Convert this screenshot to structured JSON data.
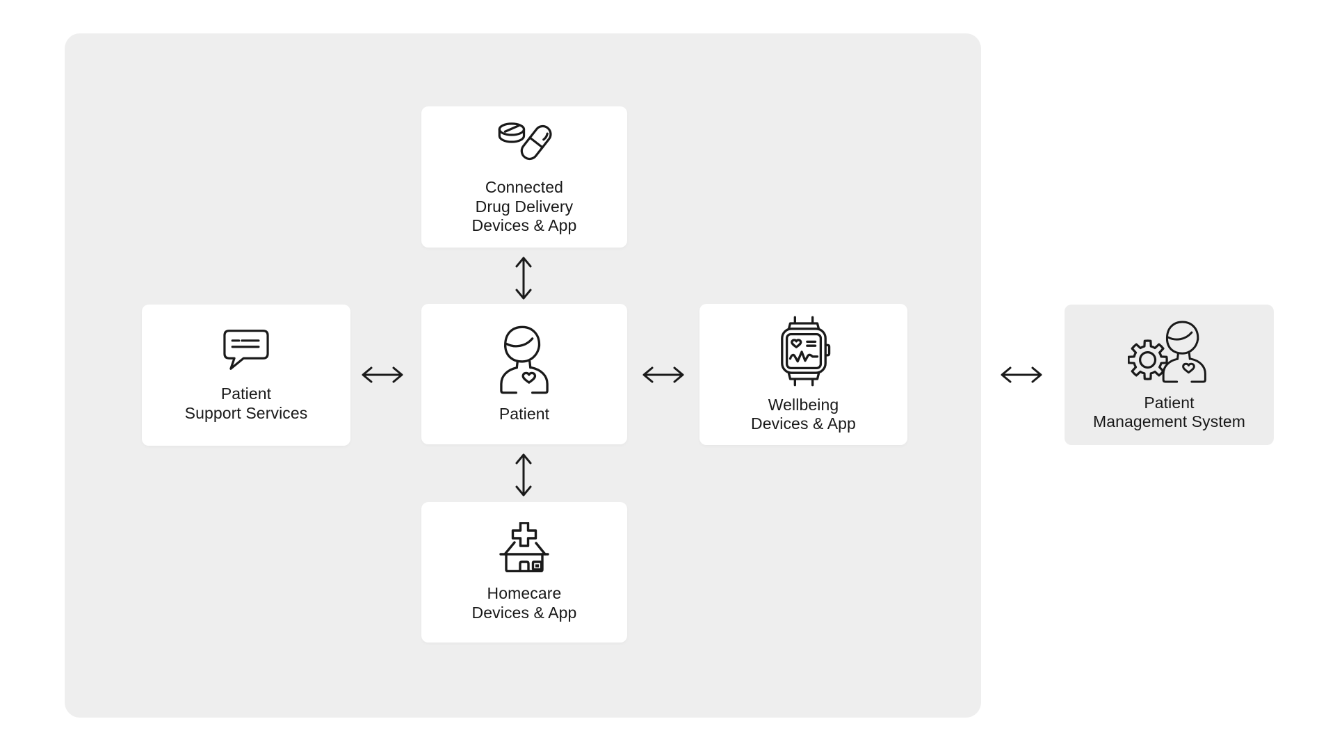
{
  "colors": {
    "canvas": "#ffffff",
    "panel": "#eeeeee",
    "card": "#ffffff",
    "external_card": "#ededed",
    "line": "#1a1a1a",
    "text": "#181818"
  },
  "nodes": {
    "drug_delivery": {
      "label": "Connected\nDrug Delivery\nDevices & App",
      "icon": "tablet-and-capsule-icon"
    },
    "patient_support": {
      "label": "Patient\nSupport Services",
      "icon": "chat-bubble-icon"
    },
    "patient": {
      "label": "Patient",
      "icon": "person-heart-icon"
    },
    "wellbeing": {
      "label": "Wellbeing\nDevices & App",
      "icon": "smartwatch-icon"
    },
    "homecare": {
      "label": "Homecare\nDevices & App",
      "icon": "house-medical-icon"
    },
    "management_system": {
      "label": "Patient\nManagement System",
      "icon": "gear-person-icon"
    }
  },
  "connections": [
    {
      "from": "patient",
      "to": "drug_delivery",
      "style": "double-headed-arrow",
      "orientation": "vertical"
    },
    {
      "from": "patient",
      "to": "patient_support",
      "style": "double-headed-arrow",
      "orientation": "horizontal"
    },
    {
      "from": "patient",
      "to": "wellbeing",
      "style": "double-headed-arrow",
      "orientation": "horizontal"
    },
    {
      "from": "patient",
      "to": "homecare",
      "style": "double-headed-arrow",
      "orientation": "vertical"
    },
    {
      "from": "ecosystem",
      "to": "management_system",
      "style": "double-headed-arrow",
      "orientation": "horizontal"
    }
  ]
}
